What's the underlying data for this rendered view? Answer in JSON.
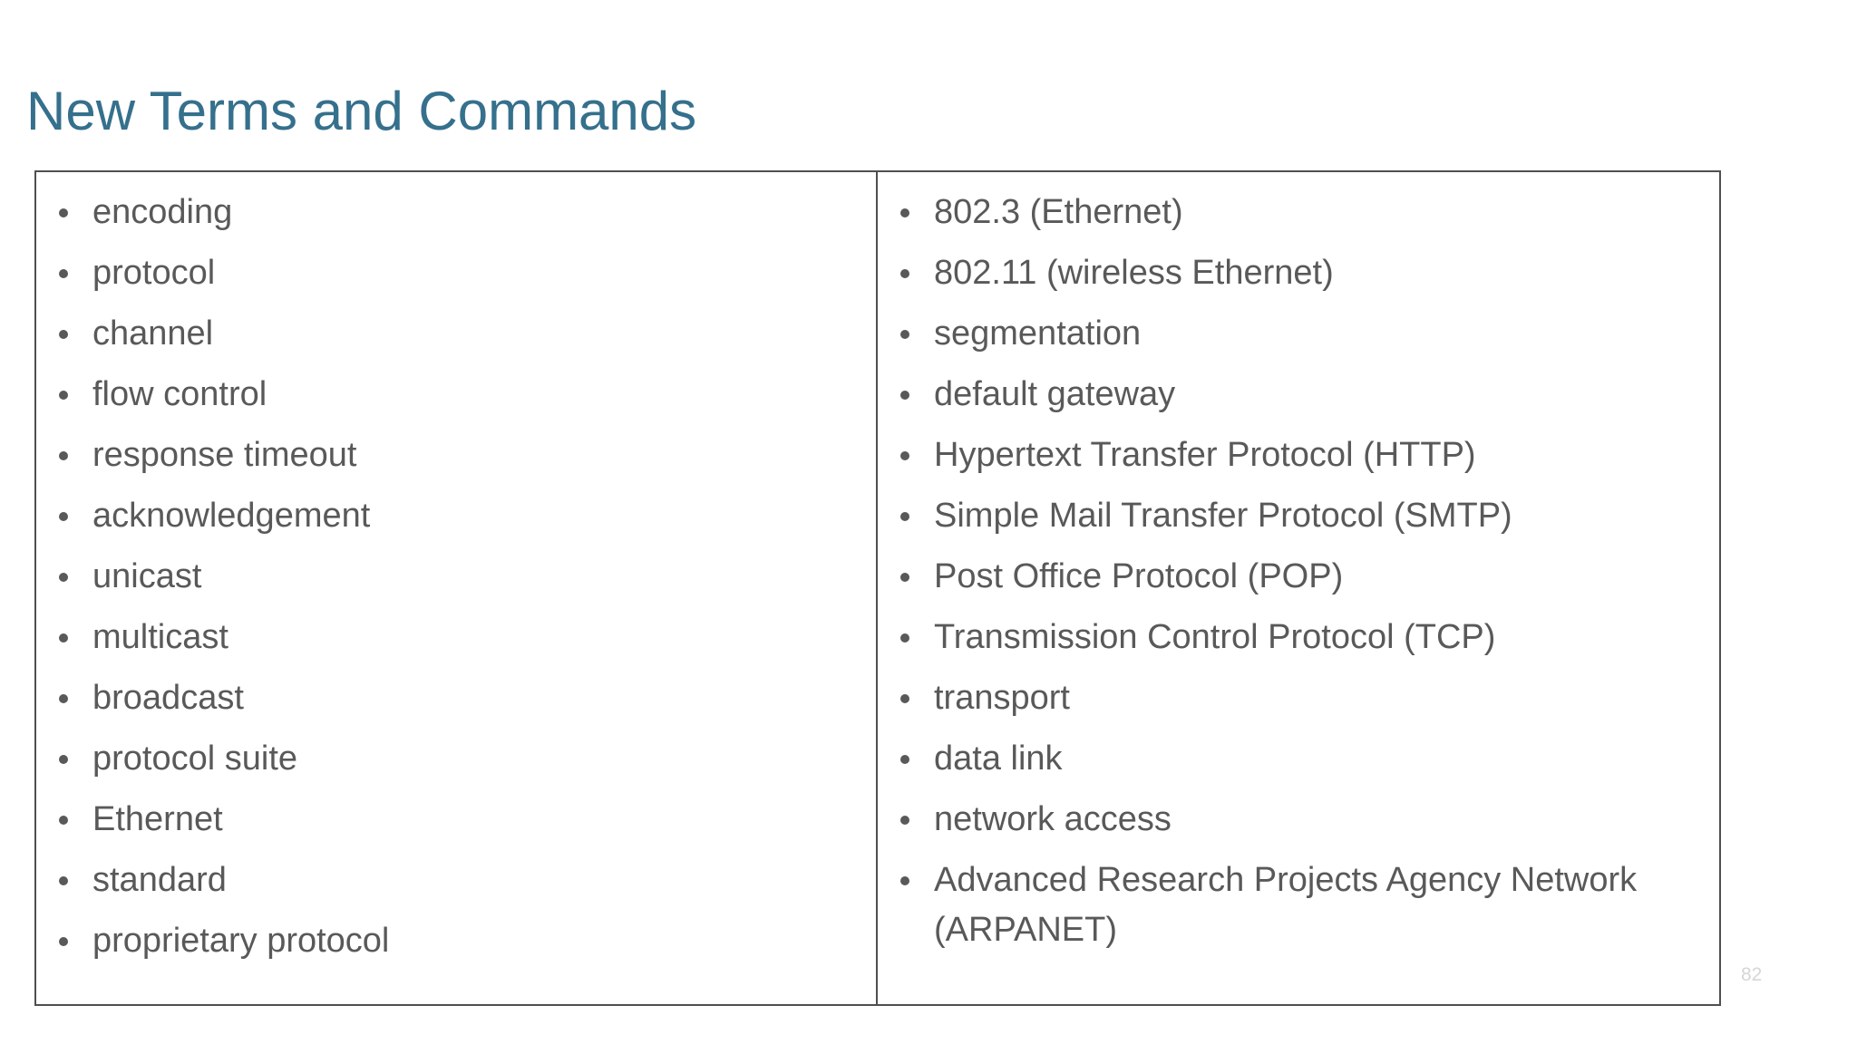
{
  "slide": {
    "title": "New Terms and Commands",
    "page_number": "82"
  },
  "colors": {
    "title": "#35708C",
    "body_text": "#595959",
    "border": "#4F4F4F",
    "bullet": "#595959",
    "page_number": "#D6D6D6",
    "background": "#FFFFFF"
  },
  "table": {
    "left_column": {
      "items": [
        "encoding",
        "protocol",
        "channel",
        "flow control",
        "response timeout",
        "acknowledgement",
        "unicast",
        "multicast",
        "broadcast",
        "protocol suite",
        "Ethernet",
        "standard",
        "proprietary protocol"
      ]
    },
    "right_column": {
      "items": [
        "802.3 (Ethernet)",
        "802.11 (wireless Ethernet)",
        "segmentation",
        "default gateway",
        "Hypertext Transfer Protocol (HTTP)",
        "Simple Mail Transfer Protocol (SMTP)",
        "Post Office Protocol (POP)",
        "Transmission Control Protocol (TCP)",
        "transport",
        "data link",
        "network access",
        "Advanced Research Projects Agency Network (ARPANET)"
      ]
    }
  }
}
